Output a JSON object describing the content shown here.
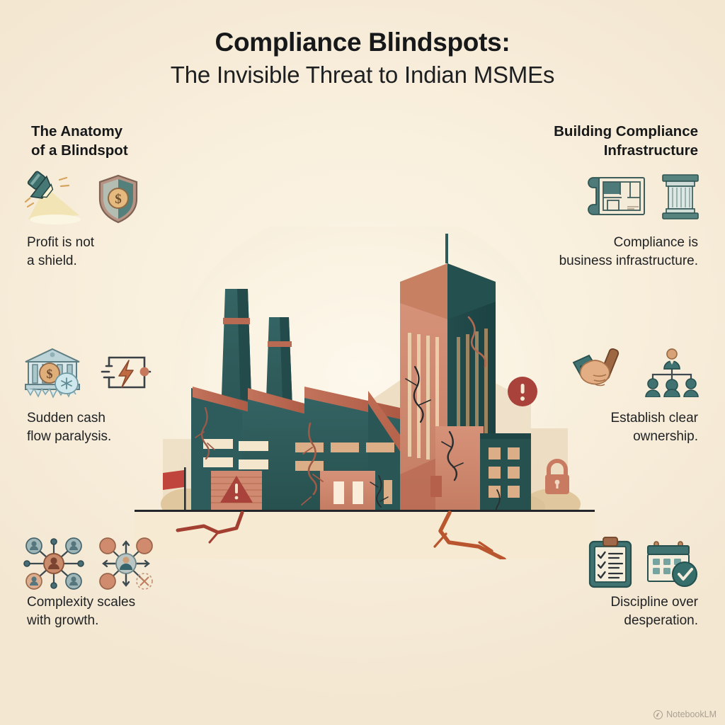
{
  "title": {
    "line1": "Compliance Blindspots:",
    "line2": "The Invisible Threat to Indian MSMEs"
  },
  "columns": {
    "left": {
      "heading": "The Anatomy\nof a Blindspot",
      "items": [
        {
          "caption": "Profit is not\na shield.",
          "icons": [
            "flashlight-icon",
            "shield-dollar-icon"
          ]
        },
        {
          "caption": "Sudden cash\nflow paralysis.",
          "icons": [
            "frozen-bank-icon",
            "circuit-lightning-icon"
          ]
        },
        {
          "caption": "Complexity scales\nwith growth.",
          "icons": [
            "network-hub-people-icon",
            "scaling-network-icon"
          ]
        }
      ]
    },
    "right": {
      "heading": "Building Compliance\nInfrastructure",
      "items": [
        {
          "caption": "Compliance is\nbusiness infrastructure.",
          "icons": [
            "blueprint-icon",
            "classical-column-icon"
          ]
        },
        {
          "caption": "Establish clear\nownership.",
          "icons": [
            "hand-baton-icon",
            "org-chart-icon"
          ]
        },
        {
          "caption": "Discipline over\ndesperation.",
          "icons": [
            "checklist-clipboard-icon",
            "calendar-check-icon"
          ]
        }
      ]
    }
  },
  "scene": {
    "name": "cracked-industrial-buildings-illustration",
    "elements": [
      "factory-chimney-tall",
      "factory-chimney-short",
      "sawtooth-factory-roof",
      "skyscraper-tower",
      "antenna",
      "warning-triangle-on-garage-door",
      "alert-circle-badge",
      "padlock-icon",
      "red-flag",
      "ground-cracks",
      "wall-cracks"
    ]
  },
  "watermark": {
    "label": "NotebookLM",
    "icon": "notebooklm-logo-icon"
  },
  "palette": {
    "background": "#f7edda",
    "glow": "#fbf4e5",
    "teal_dark": "#2b5556",
    "teal_mid": "#316061",
    "salmon": "#d08a70",
    "salmon_dark": "#b5604b",
    "brick_red": "#a8423a",
    "sand": "#e8d5b5",
    "cream_window": "#f3e4c8",
    "ink": "#17181a"
  }
}
